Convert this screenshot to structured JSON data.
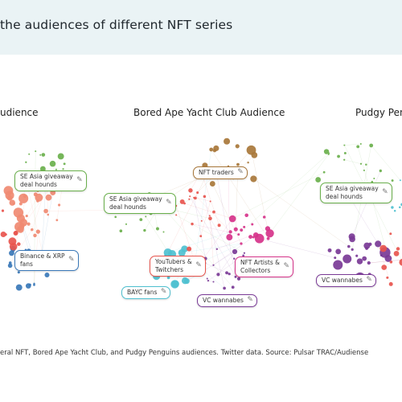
{
  "header": {
    "title": "the audiences of different NFT series"
  },
  "panels": {
    "left_title": "udience",
    "middle_title": "Bored Ape Yacht Club Audience",
    "right_title": "Pudgy Pengu"
  },
  "labels": {
    "left_se_asia": "SE Asia giveaway\ndeal hounds",
    "left_binance": "Binance & XRP\nfans",
    "mid_nft_traders": "NFT traders",
    "mid_se_asia": "SE Asia giveaway\ndeal hounds",
    "mid_youtubers": "YouTubers &\nTwitchers",
    "mid_artists": "NFT Artists &\nCollectors",
    "mid_bayc_fans": "BAYC fans",
    "mid_vc": "VC wannabes",
    "right_se_asia": "SE Asia giveaway\ndeal hounds",
    "right_vc": "VC wannabes"
  },
  "colors": {
    "green": "#6ab04c",
    "red": "#e8554e",
    "blue": "#3a78b8",
    "brown": "#a8773a",
    "magenta": "#d6338a",
    "cyan": "#4fc0d0",
    "purple": "#7a3a96",
    "salmon": "#f08a72"
  },
  "caption": "eral NFT, Bored Ape Yacht Club, and Pudgy Penguins audiences. Twitter data. Source: Pulsar TRAC/Audiense"
}
